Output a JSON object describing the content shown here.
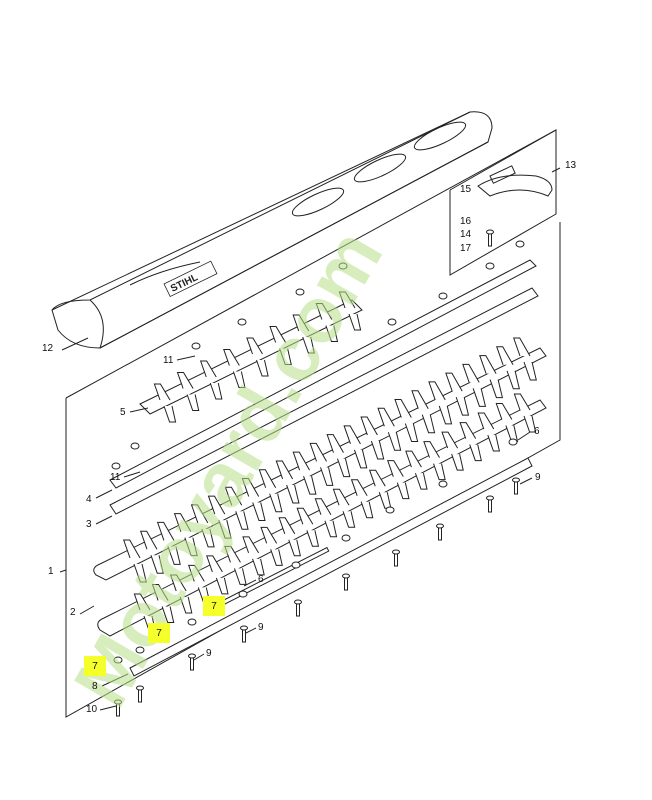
{
  "brand_logo_text": "STIHL",
  "watermark_text": "Motoyard.com",
  "parts": [
    {
      "id": "p1",
      "label": "1"
    },
    {
      "id": "p2",
      "label": "2"
    },
    {
      "id": "p3",
      "label": "3"
    },
    {
      "id": "p4",
      "label": "4"
    },
    {
      "id": "p5",
      "label": "5"
    },
    {
      "id": "p6a",
      "label": "6"
    },
    {
      "id": "p6b",
      "label": "6"
    },
    {
      "id": "p7a",
      "label": "7"
    },
    {
      "id": "p7b",
      "label": "7"
    },
    {
      "id": "p7c",
      "label": "7"
    },
    {
      "id": "p8",
      "label": "8"
    },
    {
      "id": "p9a",
      "label": "9"
    },
    {
      "id": "p9b",
      "label": "9"
    },
    {
      "id": "p9c",
      "label": "9"
    },
    {
      "id": "p10",
      "label": "10"
    },
    {
      "id": "p11a",
      "label": "11"
    },
    {
      "id": "p11b",
      "label": "11"
    },
    {
      "id": "p12",
      "label": "12"
    },
    {
      "id": "p13",
      "label": "13"
    },
    {
      "id": "p14",
      "label": "14"
    },
    {
      "id": "p15",
      "label": "15"
    },
    {
      "id": "p16",
      "label": "16"
    },
    {
      "id": "p17",
      "label": "17"
    }
  ],
  "colors": {
    "highlight": "#f5ff2a",
    "line": "#222222",
    "watermark_green": "#b9e08a",
    "watermark_orange": "#f3b25a"
  }
}
